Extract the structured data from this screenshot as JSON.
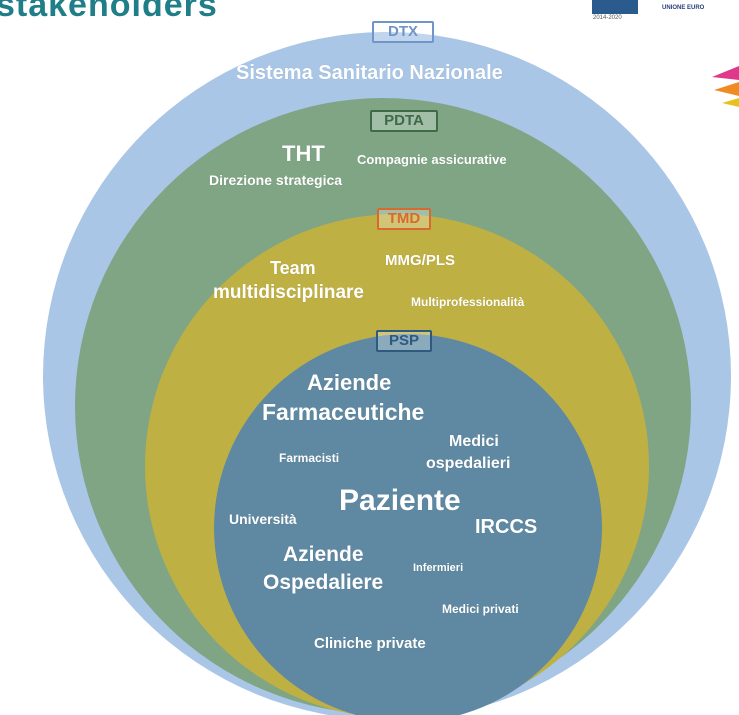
{
  "header": {
    "title_fragment": "stakeholders",
    "eu_year": "2014-2020",
    "eu_label": "UNIONE EURO"
  },
  "colors": {
    "ring_dtx": "#a9c6e6",
    "ring_pdta": "#7fa585",
    "ring_tmd": "#bfb044",
    "ring_psp": "#5f89a2",
    "badge_dtx": "#6f95c9",
    "badge_pdta": "#3f6a47",
    "badge_tmd": "#d9692c",
    "badge_psp": "#2f5a80"
  },
  "rings": {
    "dtx": {
      "badge": "DTX",
      "labels": [
        "Sistema Sanitario Nazionale"
      ]
    },
    "pdta": {
      "badge": "PDTA",
      "labels": [
        "THT",
        "Compagnie assicurative",
        "Direzione strategica"
      ]
    },
    "tmd": {
      "badge": "TMD",
      "labels": [
        "Team",
        "multidisciplinare",
        "MMG/PLS",
        "Multiprofessionalità"
      ]
    },
    "psp": {
      "badge": "PSP",
      "labels": [
        "Aziende",
        "Farmaceutiche",
        "Medici",
        "ospedalieri",
        "Farmacisti",
        "Paziente",
        "Università",
        "IRCCS",
        "Aziende",
        "Ospedaliere",
        "Infermieri",
        "Medici privati",
        "Cliniche private"
      ]
    }
  }
}
